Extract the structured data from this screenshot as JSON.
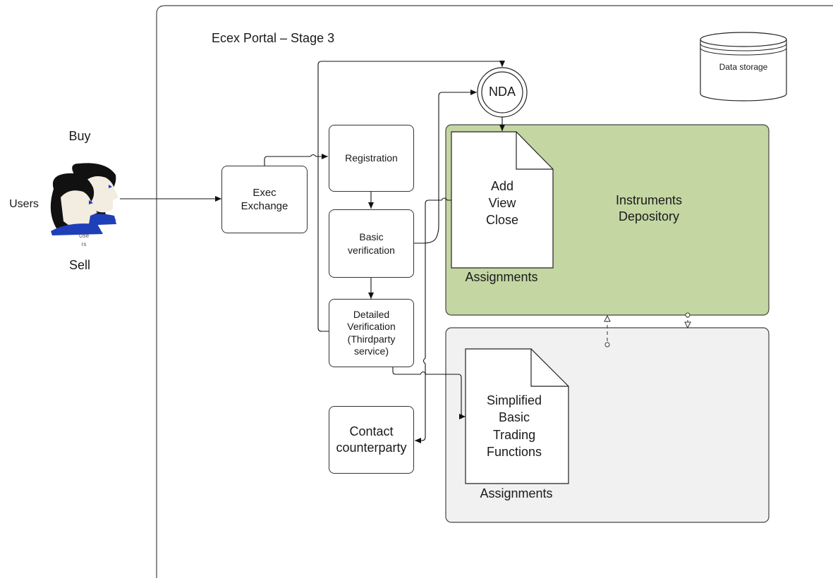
{
  "portal": {
    "title": "Ecex Portal – Stage 3"
  },
  "actors": {
    "buy": "Buy",
    "sell": "Sell",
    "users": "Users",
    "users_icon_caption_1": "Use",
    "users_icon_caption_2": "rs"
  },
  "nodes": {
    "exec_exchange": "Exec Exchange",
    "registration": "Registration",
    "basic_verification": "Basic verification",
    "detailed_verification": "Detailed Verification (Thirdparty service)",
    "contact_counterparty": "Contact counterparty",
    "nda": "NDA",
    "data_storage": "Data storage"
  },
  "instruments": {
    "title": "Instruments Depository",
    "document_lines": [
      "Add",
      "View",
      "Close"
    ],
    "document_caption": "Assignments",
    "fill_color": "#c4d6a2"
  },
  "trading": {
    "document_lines": [
      "Simplified",
      "Basic",
      "Trading",
      "Functions"
    ],
    "document_caption": "Assignments",
    "fill_color": "#f1f1f1"
  },
  "icons": {
    "users": "users-group-icon",
    "storage": "database-cylinder-icon"
  }
}
